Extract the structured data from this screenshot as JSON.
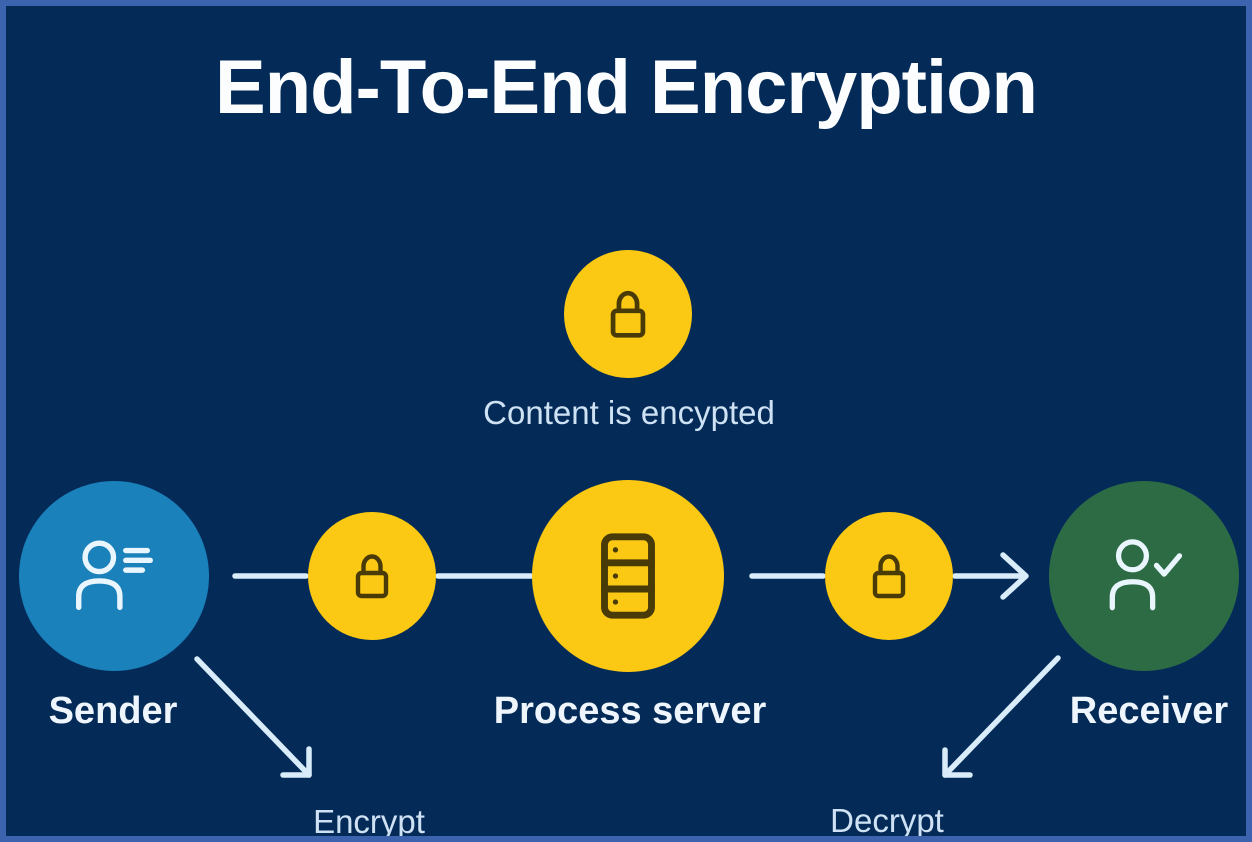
{
  "title": "End-To-End Encryption",
  "note": {
    "label": "Content is encypted",
    "icon": "lock-icon"
  },
  "flow": {
    "sender": {
      "label": "Sender",
      "icon": "person-lines-icon"
    },
    "encryption_key_1": {
      "icon": "lock-icon"
    },
    "process_server": {
      "label": "Process server",
      "icon": "server-icon"
    },
    "encryption_key_2": {
      "icon": "lock-icon"
    },
    "receiver": {
      "label": "Receiver",
      "icon": "person-check-icon"
    }
  },
  "actions": {
    "encrypt": {
      "label": "Encrypt"
    },
    "decrypt": {
      "label": "Decrypt"
    }
  },
  "colors": {
    "background": "#042b58",
    "border": "#3c64ae",
    "accent_yellow": "#fbc913",
    "sender_blue": "#1a81bb",
    "receiver_green": "#2d6b45",
    "connector": "#d8ecf9",
    "icon_dark": "#493b08",
    "icon_light": "#eaf6fd",
    "title_text": "#fcfdff",
    "label_text": "#eef5fc",
    "note_text": "#cfe2f4"
  }
}
